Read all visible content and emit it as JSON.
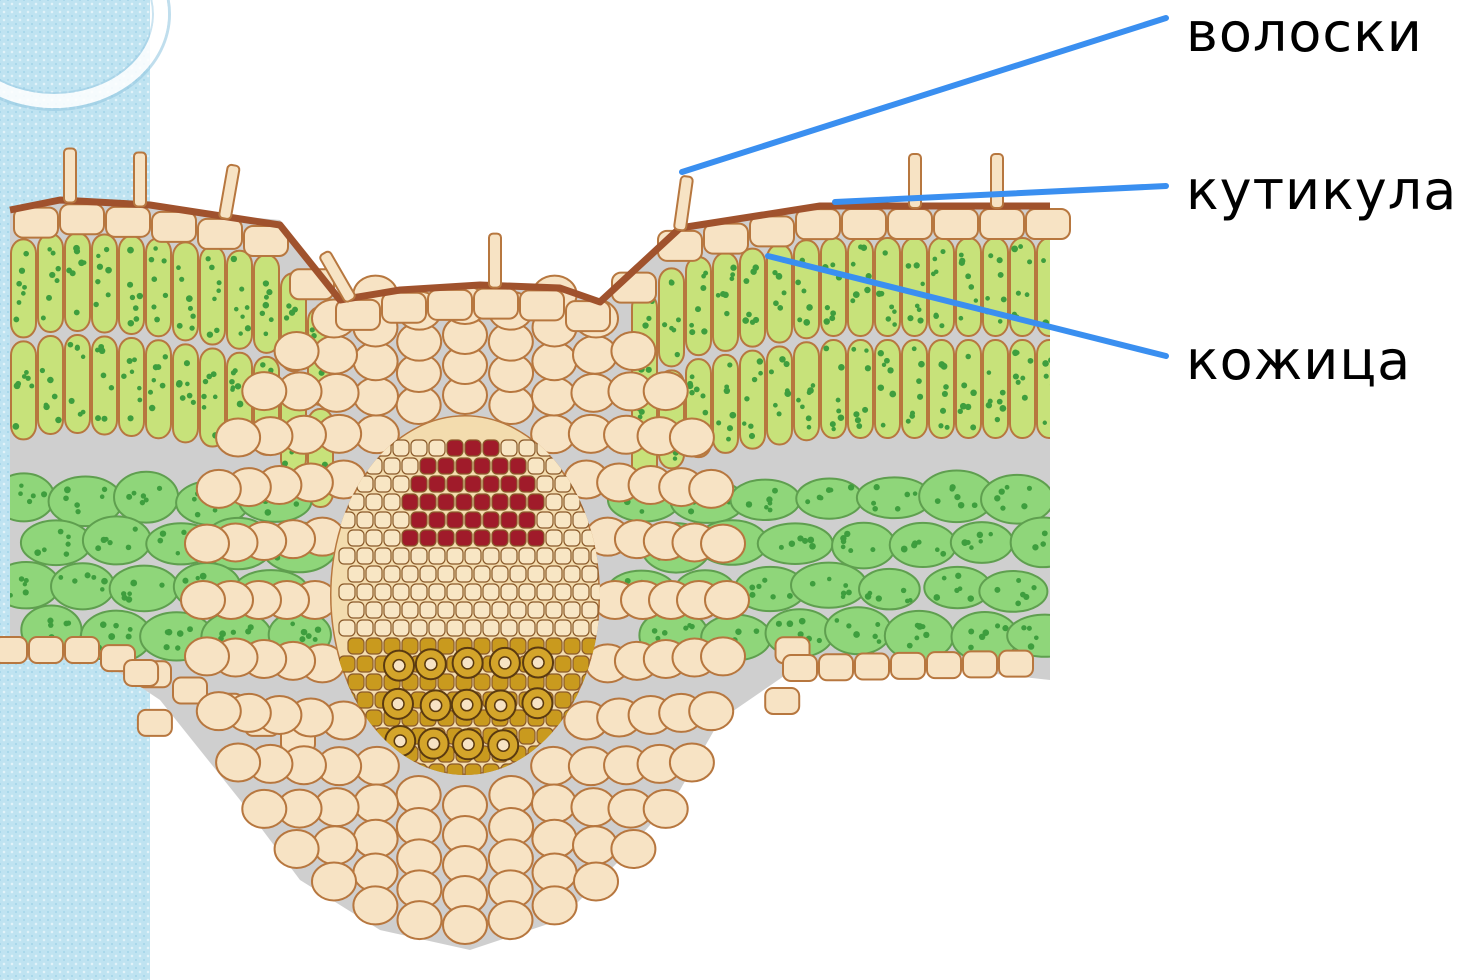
{
  "labels": {
    "hairs": "волоски",
    "cuticle": "кутикула",
    "epidermis": "кожица"
  },
  "colors": {
    "leader_line": "#3a8ff0",
    "side_strip": "#bfe3f1",
    "epidermis_cell": "#f7e3c4",
    "cell_wall": "#b7773f",
    "cuticle": "#a0522d",
    "palisade": "#c7e27a",
    "spongy": "#8fd67a",
    "chloroplast": "#3e9e3e",
    "phloem": "#a01b2a",
    "xylem": "#c99a1e"
  },
  "icons": [
    "leaf-cross-section-illustration"
  ]
}
